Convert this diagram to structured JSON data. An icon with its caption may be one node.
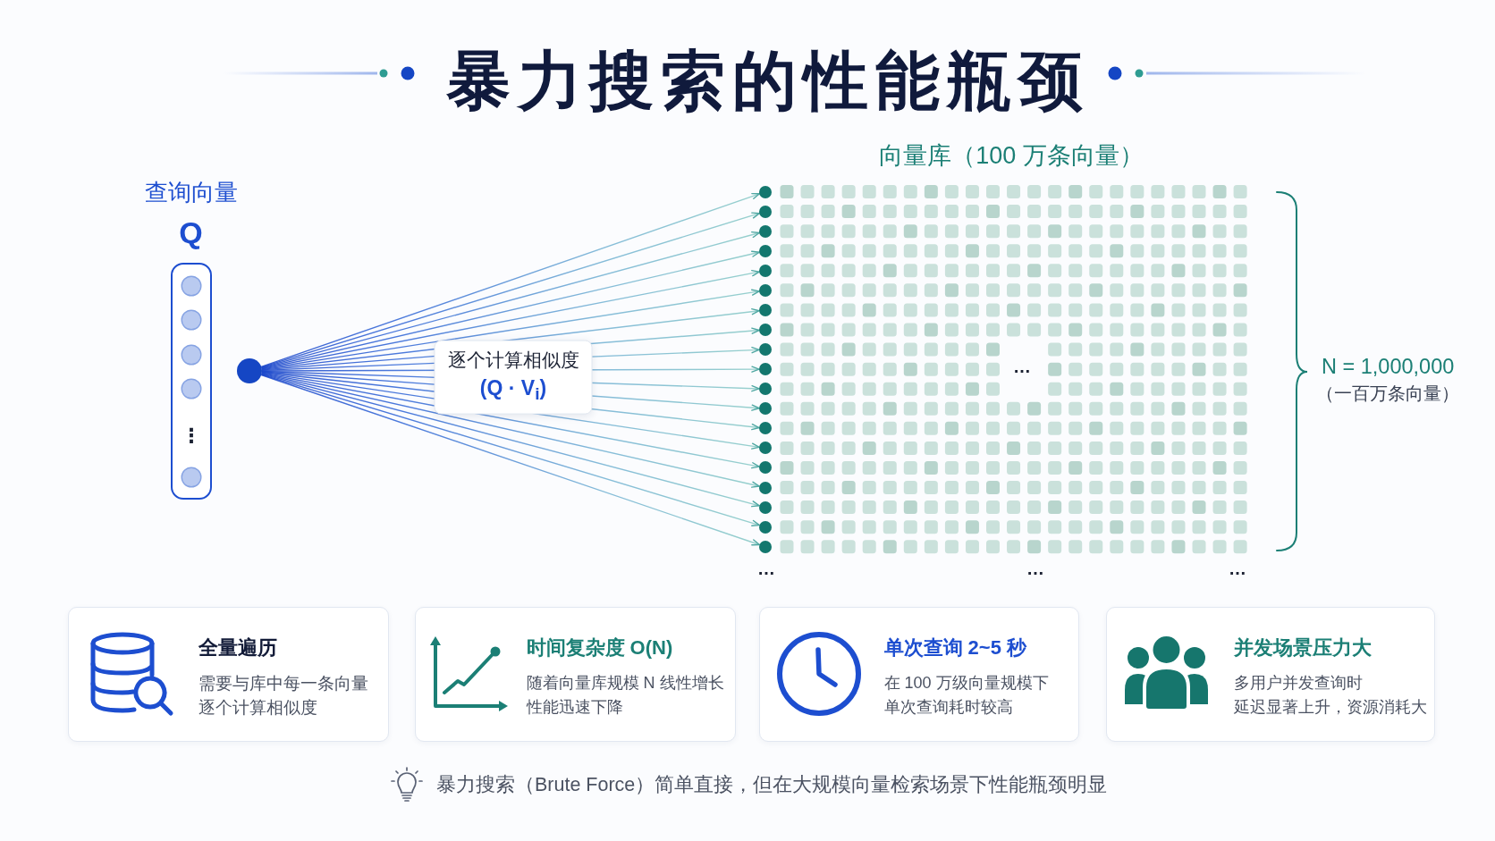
{
  "diagram": {
    "title": "暴力搜索的性能瓶颈",
    "caption": "暴力搜索（Brute Force）简单直接，但在大规模向量检索场景下性能瓶颈明显",
    "nodes": [
      {
        "text": [
          "查询向量",
          "Q"
        ]
      },
      {
        "text": [],
        "shape": "circle"
      },
      {
        "text": [
          "向量库（100 万条向量）"
        ],
        "beside": [
          "N = 1,000,000",
          "（一百万条向量）"
        ]
      },
      {
        "text": [],
        "shape": "circle",
        "in": 2
      },
      {
        "text": [],
        "shape": "circle",
        "in": 2
      },
      {
        "text": [],
        "shape": "circle",
        "in": 2
      },
      {
        "text": [],
        "shape": "circle",
        "in": 2
      },
      {
        "text": [],
        "shape": "circle",
        "in": 2
      },
      {
        "text": [],
        "shape": "circle",
        "in": 2
      },
      {
        "text": [],
        "shape": "circle",
        "in": 2
      },
      {
        "text": [],
        "shape": "circle",
        "in": 2
      },
      {
        "text": [],
        "shape": "circle",
        "in": 2
      },
      {
        "text": [],
        "shape": "circle",
        "in": 2
      },
      {
        "text": [],
        "shape": "circle",
        "in": 2
      },
      {
        "text": [],
        "shape": "circle",
        "in": 2
      },
      {
        "text": [],
        "shape": "circle",
        "in": 2
      },
      {
        "text": [],
        "shape": "circle",
        "in": 2
      },
      {
        "text": [],
        "shape": "circle",
        "in": 2
      },
      {
        "text": [],
        "shape": "circle",
        "in": 2
      },
      {
        "text": [],
        "shape": "circle",
        "in": 2
      },
      {
        "text": [],
        "shape": "circle",
        "in": 2
      },
      {
        "text": [],
        "shape": "circle",
        "in": 2
      },
      {
        "text": [
          "全量遍历",
          "需要与库中每一条向量逐个计算相似度"
        ]
      },
      {
        "text": [
          "时间复杂度 O(N)",
          "随着向量库规模 N 线性增长性能迅速下降"
        ]
      },
      {
        "text": [
          "单次查询 2~5 秒",
          "在 100 万级向量规模下单次查询耗时较高"
        ]
      },
      {
        "text": [
          "并发场景压力大",
          "多用户并发查询时延迟显著上升，资源消耗大"
        ]
      }
    ],
    "edges": [
      {
        "from": 1,
        "to": 3,
        "arrow": "to"
      },
      {
        "from": 1,
        "to": 4,
        "arrow": "to"
      },
      {
        "from": 1,
        "to": 5,
        "arrow": "to"
      },
      {
        "from": 1,
        "to": 6,
        "arrow": "to"
      },
      {
        "from": 1,
        "to": 7,
        "arrow": "to"
      },
      {
        "from": 1,
        "to": 8,
        "arrow": "to"
      },
      {
        "from": 1,
        "to": 9,
        "arrow": "to"
      },
      {
        "from": 1,
        "to": 10,
        "arrow": "to"
      },
      {
        "from": 1,
        "to": 11,
        "arrow": "to"
      },
      {
        "from": 1,
        "to": 12,
        "arrow": "to",
        "label": "逐个计算相似度 (Q · V$_{i}$)"
      },
      {
        "from": 1,
        "to": 13,
        "arrow": "to"
      },
      {
        "from": 1,
        "to": 14,
        "arrow": "to"
      },
      {
        "from": 1,
        "to": 15,
        "arrow": "to"
      },
      {
        "from": 1,
        "to": 16,
        "arrow": "to"
      },
      {
        "from": 1,
        "to": 17,
        "arrow": "to"
      },
      {
        "from": 1,
        "to": 18,
        "arrow": "to"
      },
      {
        "from": 1,
        "to": 19,
        "arrow": "to"
      },
      {
        "from": 1,
        "to": 20,
        "arrow": "to"
      },
      {
        "from": 1,
        "to": 21,
        "arrow": "to"
      }
    ],
    "labels": [
      "⋮",
      "…",
      "…",
      "…",
      "…"
    ]
  }
}
